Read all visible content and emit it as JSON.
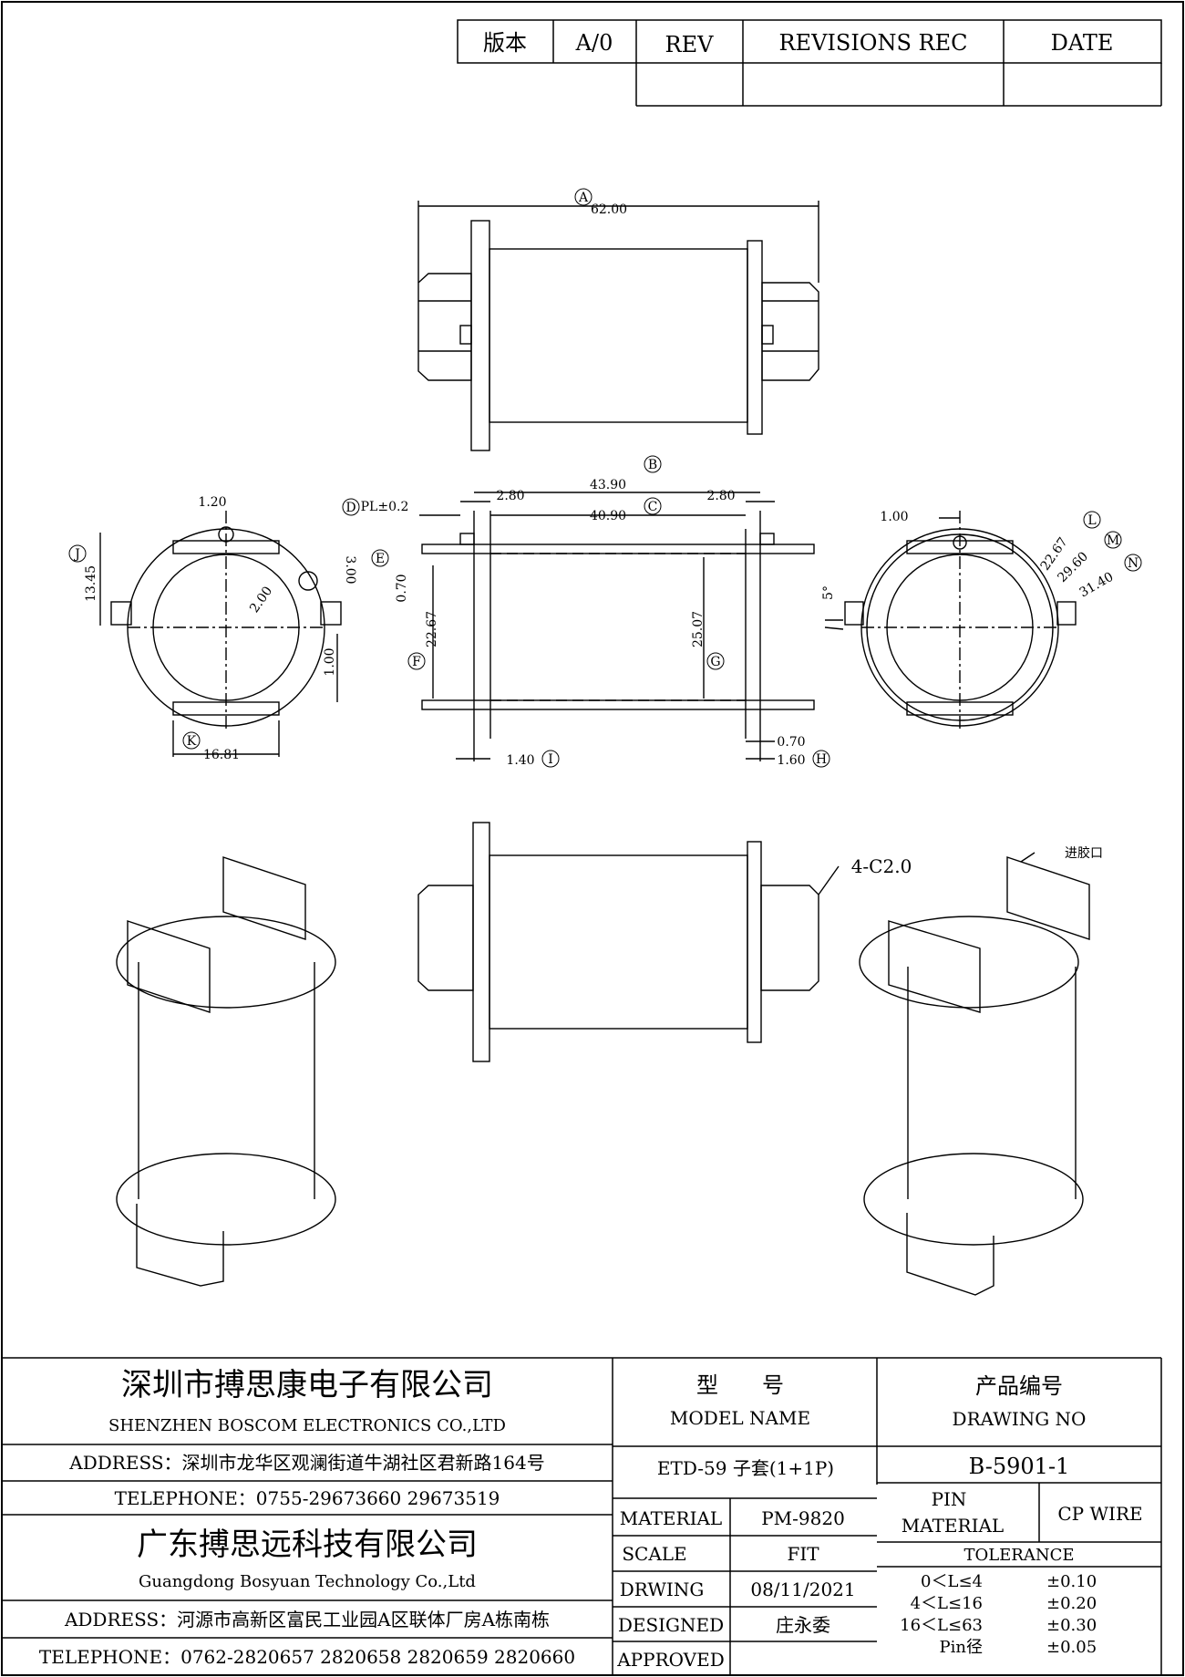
{
  "revision_block": {
    "version_label": "版本",
    "version_value": "A/0",
    "rev_header": "REV",
    "revisions_header": "REVISIONS REC",
    "date_header": "DATE"
  },
  "dimensions": {
    "A": {
      "label": "A",
      "value": "62.00"
    },
    "B": {
      "label": "B",
      "value": "43.90"
    },
    "C": {
      "label": "C",
      "value": "40.90"
    },
    "D": {
      "label": "D",
      "value": "PL±0.2"
    },
    "E": {
      "label": "E",
      "value": "0.70"
    },
    "F": {
      "label": "F",
      "value": "22.67"
    },
    "G": {
      "label": "G",
      "value": "25.07"
    },
    "H": {
      "label": "H",
      "value": "1.60"
    },
    "I": {
      "label": "I",
      "value": "1.40"
    },
    "J": {
      "label": "J",
      "value": "13.45"
    },
    "K": {
      "label": "K",
      "value": "16.81"
    },
    "L": {
      "label": "L",
      "value": "22.67"
    },
    "M": {
      "label": "M",
      "value": "29.60"
    },
    "N": {
      "label": "N",
      "value": "31.40"
    },
    "left_1_20": "1.20",
    "left_3_00": "3.00",
    "left_phi_2_00": "2.00",
    "left_1_00": "1.00",
    "offset_2_80_left": "2.80",
    "offset_2_80_right": "2.80",
    "right_0_70": "0.70",
    "right_1_00": "1.00",
    "right_5deg": "5°",
    "chamfer": "4-C2.0",
    "gate_label": "进胶口"
  },
  "title_block": {
    "company1_cn": "深圳市搏思康电子有限公司",
    "company1_en": "SHENZHEN BOSCOM ELECTRONICS CO.,LTD",
    "address1": "ADDRESS：深圳市龙华区观澜街道牛湖社区君新路164号",
    "telephone1": "TELEPHONE：0755-29673660 29673519",
    "company2_cn": "广东搏思远科技有限公司",
    "company2_en": "Guangdong Bosyuan Technology Co.,Ltd",
    "address2": "ADDRESS：河源市高新区富民工业园A区联体厂房A栋南栋",
    "telephone2": "TELEPHONE：0762-2820657 2820658 2820659 2820660",
    "model_cn": "型　　号",
    "model_en": "MODEL NAME",
    "model_value": "ETD-59 子套(1+1P)",
    "drawing_cn": "产品编号",
    "drawing_en": "DRAWING NO",
    "drawing_value": "B-5901-1",
    "material_label": "MATERIAL",
    "material_value": "PM-9820",
    "scale_label": "SCALE",
    "scale_value": "FIT",
    "drawing_label": "DRWING",
    "drawing_date": "08/11/2021",
    "designed_label": "DESIGNED",
    "designed_value": "庄永委",
    "approved_label": "APPROVED",
    "pin_material_label1": "PIN",
    "pin_material_label2": "MATERIAL",
    "pin_material_value": "CP WIRE",
    "tolerance_header": "TOLERANCE",
    "tolerances": [
      {
        "range": "0＜L≤4",
        "value": "±0.10"
      },
      {
        "range": "4＜L≤16",
        "value": "±0.20"
      },
      {
        "range": "16＜L≤63",
        "value": "±0.30"
      },
      {
        "range": "Pin径",
        "value": "±0.05"
      }
    ]
  }
}
